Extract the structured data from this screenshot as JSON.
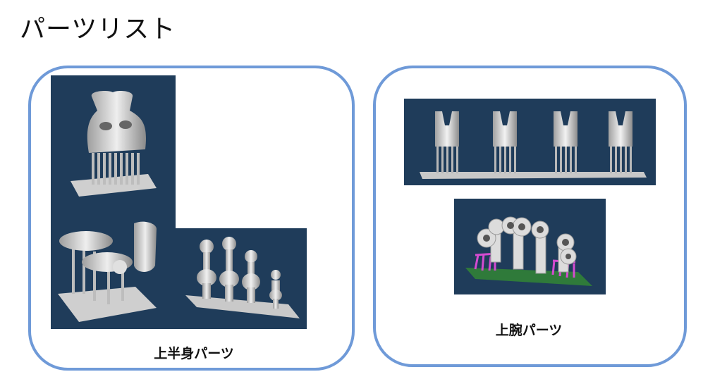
{
  "page": {
    "title": "パーツリスト"
  },
  "panels": [
    {
      "caption": "上半身パーツ"
    },
    {
      "caption": "上腕パーツ"
    }
  ],
  "colors": {
    "panel_border": "#6f9ad8",
    "tile_background": "#1f3c5a",
    "part_gray": "#d9d9d9",
    "support_magenta": "#d44bd0",
    "base_green": "#2f7a3a"
  }
}
